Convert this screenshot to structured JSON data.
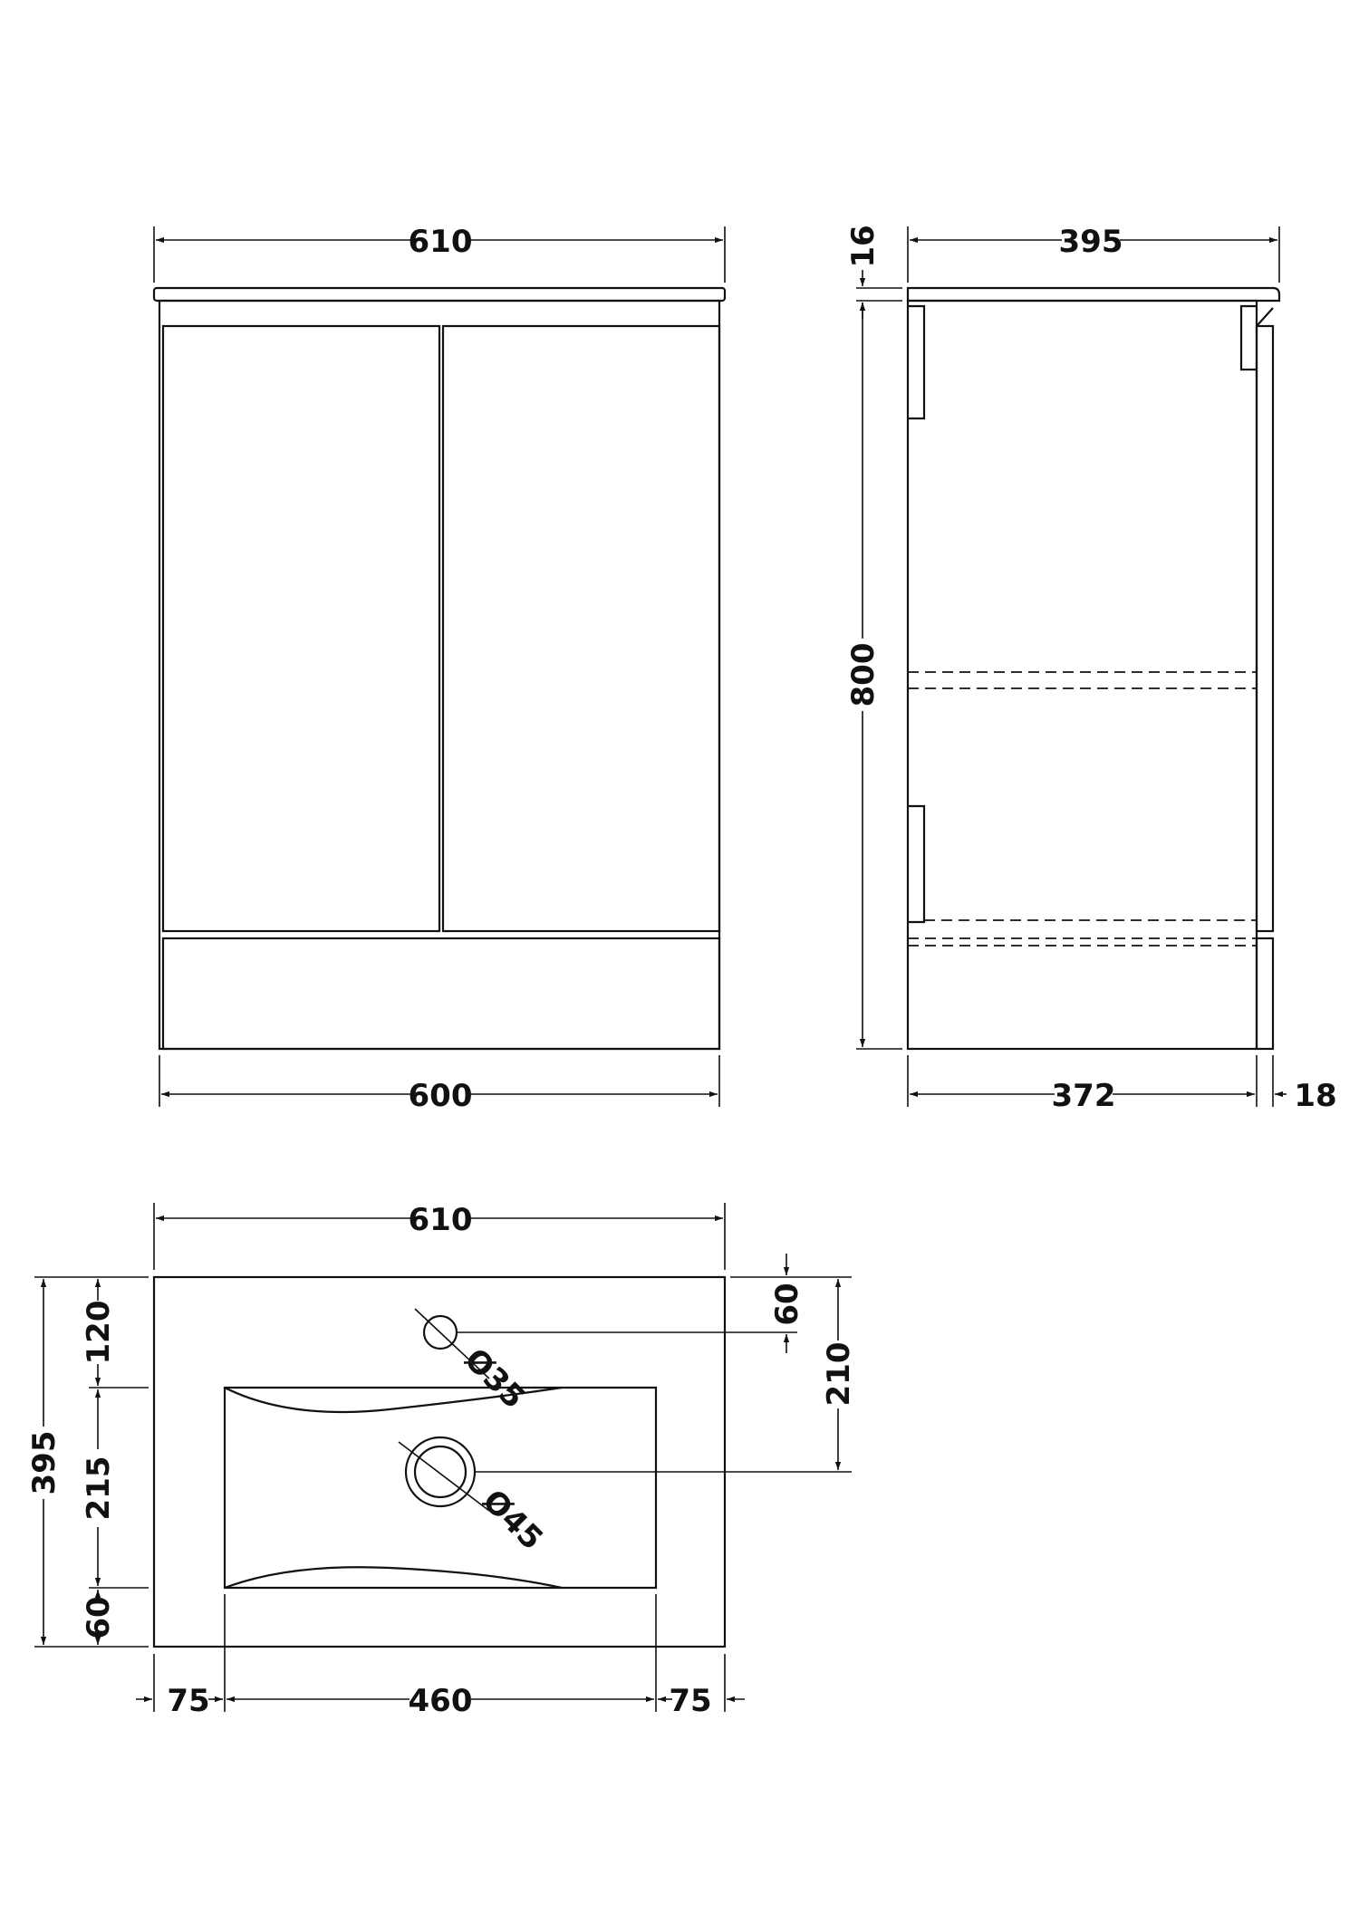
{
  "front_view": {
    "top_width": "610",
    "bottom_width": "600"
  },
  "side_view": {
    "top_depth": "395",
    "top_thickness": "16",
    "height": "800",
    "body_depth": "372",
    "door_thickness": "18"
  },
  "basin_plan": {
    "width": "610",
    "depth": "395",
    "back_margin": "120",
    "bowl_depth": "215",
    "front_margin": "60",
    "tap_hole_offset": "60",
    "waste_offset": "210",
    "tap_hole_diameter": "Ø35",
    "waste_diameter": "Ø45",
    "left_margin": "75",
    "bowl_width": "460",
    "right_margin": "75"
  }
}
